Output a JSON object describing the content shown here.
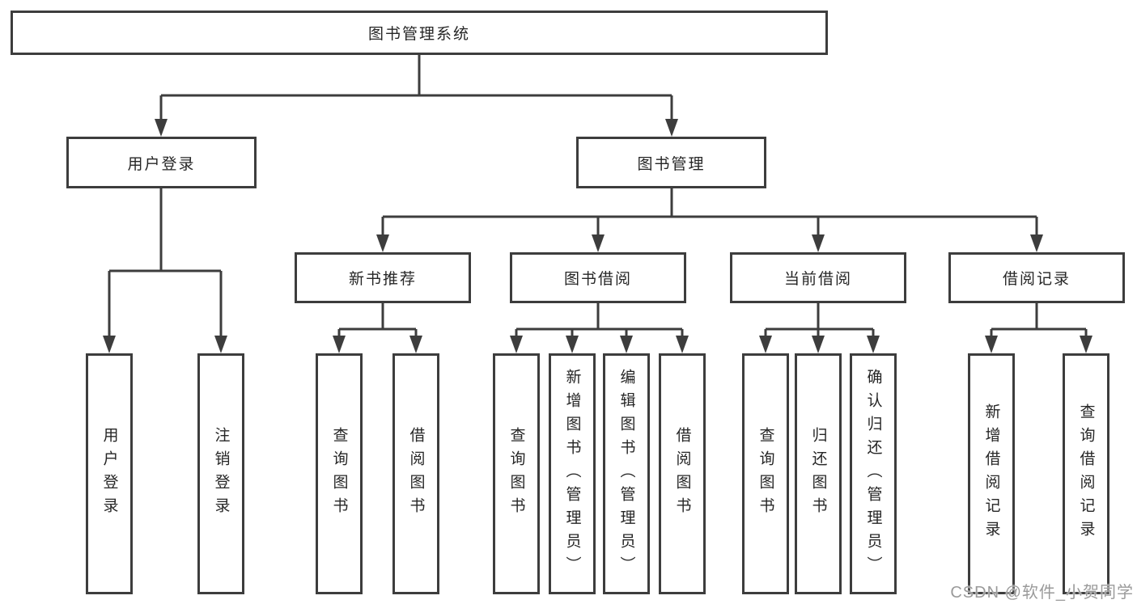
{
  "tree": {
    "root": "图书管理系统",
    "branches": [
      {
        "label": "用户登录",
        "leaves": [
          "用户登录",
          "注销登录"
        ]
      },
      {
        "label": "图书管理",
        "groups": [
          {
            "label": "新书推荐",
            "leaves": [
              "查询图书",
              "借阅图书"
            ]
          },
          {
            "label": "图书借阅",
            "leaves": [
              "查询图书",
              "新增图书（管理员）",
              "编辑图书（管理员）",
              "借阅图书"
            ]
          },
          {
            "label": "当前借阅",
            "leaves": [
              "查询图书",
              "归还图书",
              "确认归还（管理员）"
            ]
          },
          {
            "label": "借阅记录",
            "leaves": [
              "新增借阅记录",
              "查询借阅记录"
            ]
          }
        ]
      }
    ]
  },
  "watermark": {
    "text": "CSDN @软件_小贺同学"
  },
  "colors": {
    "line": "#3d3d3d",
    "box_border": "#3d3d3d",
    "box_fill": "#ffffff",
    "text": "#262626",
    "watermark": "#9a9a9a",
    "background": "#ffffff"
  }
}
